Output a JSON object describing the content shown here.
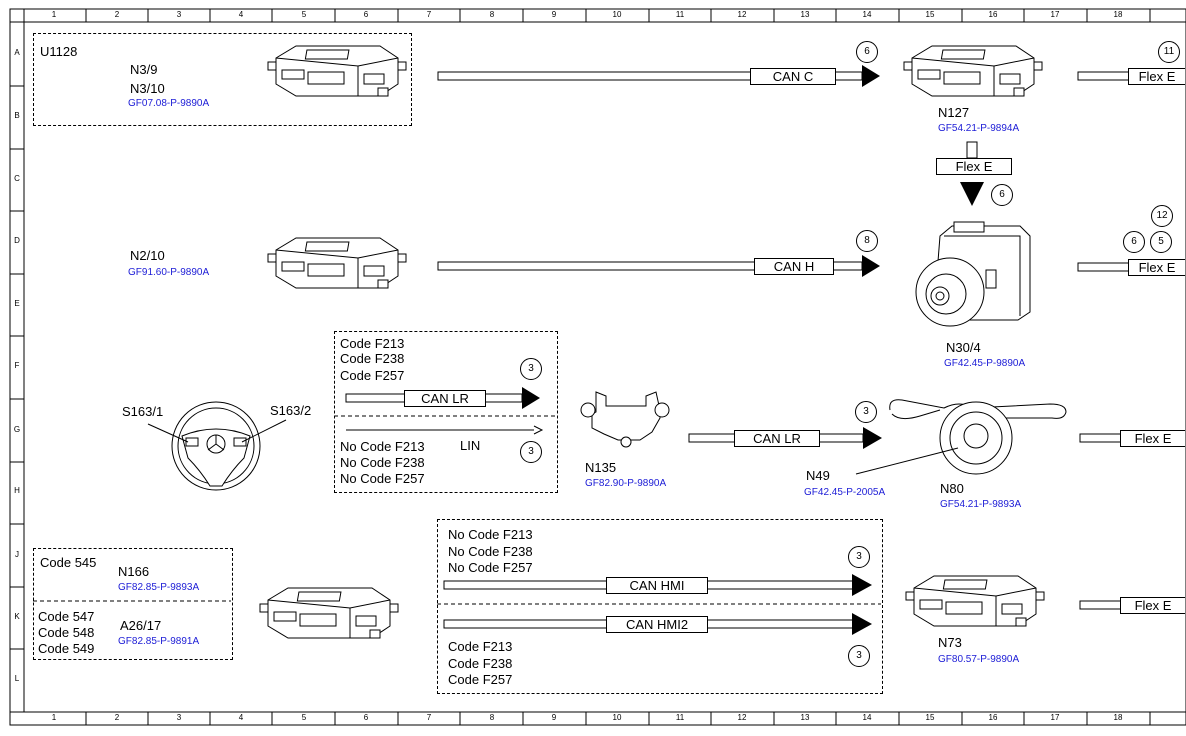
{
  "columns": [
    "1",
    "2",
    "3",
    "4",
    "5",
    "6",
    "7",
    "8",
    "9",
    "10",
    "11",
    "12",
    "13",
    "14",
    "15",
    "16",
    "17",
    "18"
  ],
  "rows": [
    "A",
    "B",
    "C",
    "D",
    "E",
    "F",
    "G",
    "H",
    "J",
    "K",
    "L"
  ],
  "boxes": {
    "u1128": "U1128",
    "f_group": [
      "Code F213",
      "Code F238",
      "Code F257"
    ],
    "no_f_group": [
      "No Code F213",
      "No Code F238",
      "No Code F257"
    ],
    "code545": "Code 545",
    "codes547": [
      "Code 547",
      "Code 548",
      "Code 549"
    ],
    "hmi_no": [
      "No Code F213",
      "No Code F238",
      "No Code F257"
    ],
    "hmi_yes": [
      "Code F213",
      "Code F238",
      "Code F257"
    ]
  },
  "components": {
    "n3": {
      "name1": "N3/9",
      "name2": "N3/10",
      "ref": "GF07.08-P-9890A"
    },
    "n127": {
      "name": "N127",
      "ref": "GF54.21-P-9894A"
    },
    "n2_10": {
      "name": "N2/10",
      "ref": "GF91.60-P-9890A"
    },
    "n30_4": {
      "name": "N30/4",
      "ref": "GF42.45-P-9890A"
    },
    "s163_1": "S163/1",
    "s163_2": "S163/2",
    "n135": {
      "name": "N135",
      "ref": "GF82.90-P-9890A"
    },
    "n49": {
      "name": "N49",
      "ref": "GF42.45-P-2005A"
    },
    "n80": {
      "name": "N80",
      "ref": "GF54.21-P-9893A"
    },
    "n166": {
      "name": "N166",
      "ref": "GF82.85-P-9893A"
    },
    "a26_17": {
      "name": "A26/17",
      "ref": "GF82.85-P-9891A"
    },
    "n73": {
      "name": "N73",
      "ref": "GF80.57-P-9890A"
    }
  },
  "buses": {
    "can_c": "CAN C",
    "flex_e_v": "Flex E",
    "can_h": "CAN H",
    "can_lr_1": "CAN LR",
    "lin": "LIN",
    "can_lr_2": "CAN LR",
    "can_hmi": "CAN HMI",
    "can_hmi2": "CAN HMI2",
    "flex_1": "Flex E",
    "flex_2": "Flex E",
    "flex_3": "Flex E",
    "flex_4": "Flex E"
  },
  "markers": {
    "m_can_c": "6",
    "m_flex1": "11",
    "m_flex_v": "6",
    "m_can_h": "8",
    "m_12": "12",
    "m_6": "6",
    "m_5": "5",
    "m_can_lr_1": "3",
    "m_lin": "3",
    "m_can_lr_2": "3",
    "m_hmi": "3",
    "m_hmi2": "3"
  }
}
